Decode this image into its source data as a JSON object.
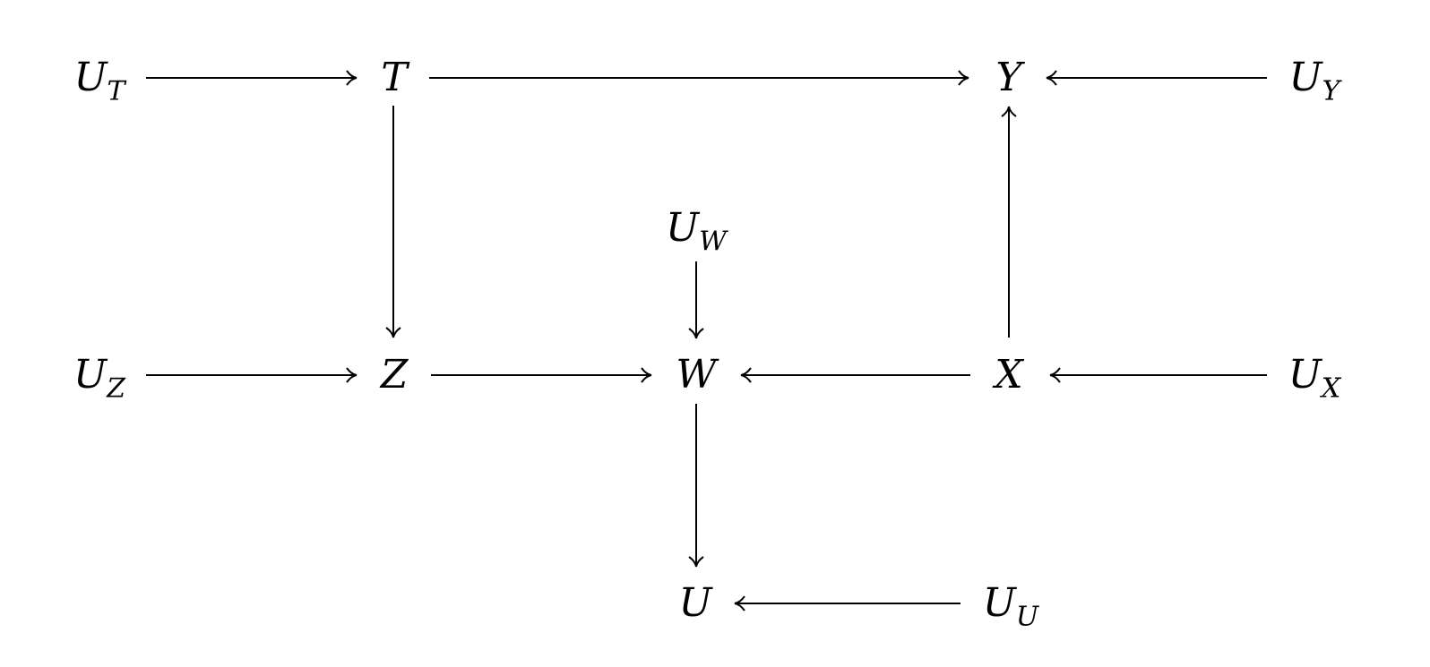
{
  "nodes": {
    "UT": {
      "base": "U",
      "sub": "T"
    },
    "T": {
      "base": "T",
      "sub": ""
    },
    "Y": {
      "base": "Y",
      "sub": ""
    },
    "UY": {
      "base": "U",
      "sub": "Y"
    },
    "UW": {
      "base": "U",
      "sub": "W"
    },
    "UZ": {
      "base": "U",
      "sub": "Z"
    },
    "Z": {
      "base": "Z",
      "sub": ""
    },
    "W": {
      "base": "W",
      "sub": ""
    },
    "X": {
      "base": "X",
      "sub": ""
    },
    "UX": {
      "base": "U",
      "sub": "X"
    },
    "U": {
      "base": "U",
      "sub": ""
    },
    "UU": {
      "base": "U",
      "sub": "U"
    }
  },
  "edges": [
    {
      "from": "UT",
      "to": "T"
    },
    {
      "from": "T",
      "to": "Y"
    },
    {
      "from": "UY",
      "to": "Y"
    },
    {
      "from": "T",
      "to": "Z"
    },
    {
      "from": "X",
      "to": "Y"
    },
    {
      "from": "UW",
      "to": "W"
    },
    {
      "from": "UZ",
      "to": "Z"
    },
    {
      "from": "Z",
      "to": "W"
    },
    {
      "from": "X",
      "to": "W"
    },
    {
      "from": "UX",
      "to": "X"
    },
    {
      "from": "W",
      "to": "U"
    },
    {
      "from": "UU",
      "to": "U"
    }
  ]
}
